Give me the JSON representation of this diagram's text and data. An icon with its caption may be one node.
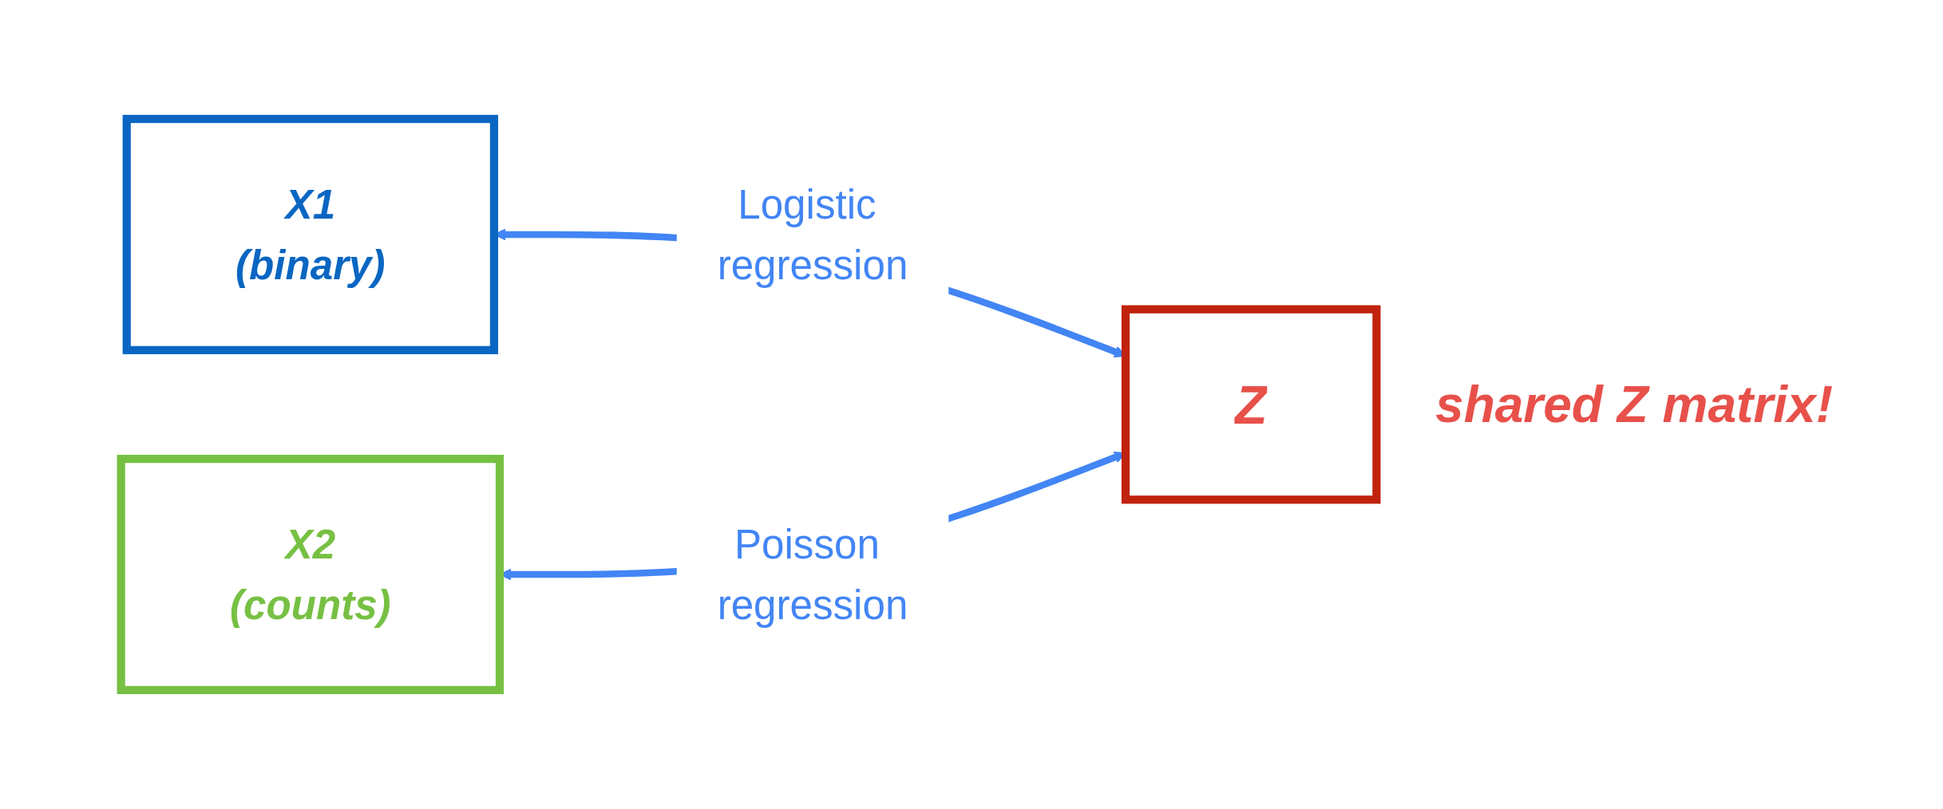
{
  "diagram": {
    "nodes": [
      {
        "text": [
          "X1",
          "(binary)"
        ]
      },
      {
        "text": [
          "X2",
          "(counts)"
        ]
      },
      {
        "text": [
          "Z"
        ]
      }
    ],
    "edges": [
      {
        "from": 0,
        "to": 2,
        "arrow": "both",
        "label": "Logistic regression"
      },
      {
        "from": 1,
        "to": 2,
        "arrow": "both",
        "label": "Poisson regression"
      }
    ],
    "labels": [
      "shared Z matrix!"
    ]
  }
}
